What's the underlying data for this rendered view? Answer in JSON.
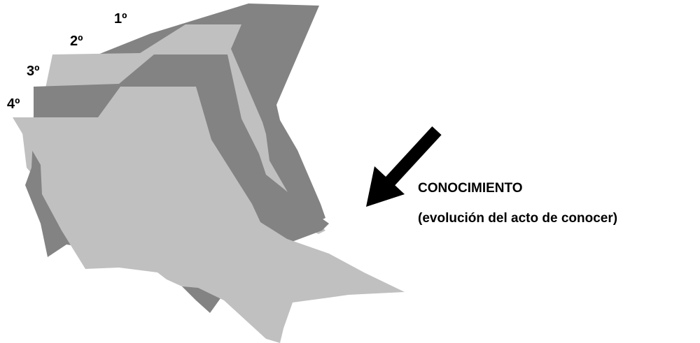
{
  "colors": {
    "dark_layer": "#838383",
    "light_layer": "#c0c0c0",
    "arrow": "#000000",
    "text": "#000000",
    "background": "#ffffff"
  },
  "layers": [
    {
      "label": "1º",
      "tone": "dark"
    },
    {
      "label": "2º",
      "tone": "light"
    },
    {
      "label": "3º",
      "tone": "dark"
    },
    {
      "label": "4º",
      "tone": "light"
    }
  ],
  "caption": {
    "title": "CONOCIMIENTO",
    "subtitle": "(evolución del acto de conocer)"
  },
  "arrow": {
    "direction": "down-left",
    "icon": "arrow-down-left-icon"
  }
}
